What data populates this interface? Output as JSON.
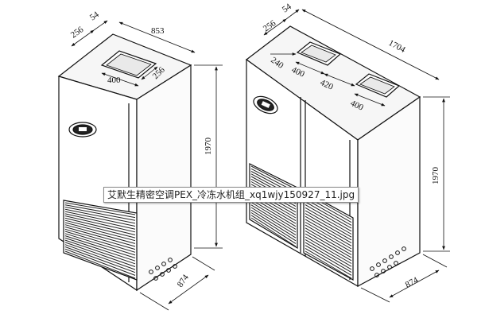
{
  "left_unit": {
    "dims": {
      "top_depth": "256",
      "top_gap": "54",
      "top_width": "853",
      "opening_width": "400",
      "opening_depth": "256",
      "height": "1970",
      "base_depth": "874"
    }
  },
  "right_unit": {
    "dims": {
      "top_depth": "256",
      "top_gap": "54",
      "edge_offset": "240",
      "opening_a_width": "400",
      "opening_spacing": "420",
      "opening_b_width": "400",
      "top_width": "1704",
      "height": "1970",
      "base_depth": "874"
    }
  },
  "tooltip": {
    "text": "艾默生精密空调PEX_冷冻水机组_xq1wjy150927_11.jpg"
  }
}
